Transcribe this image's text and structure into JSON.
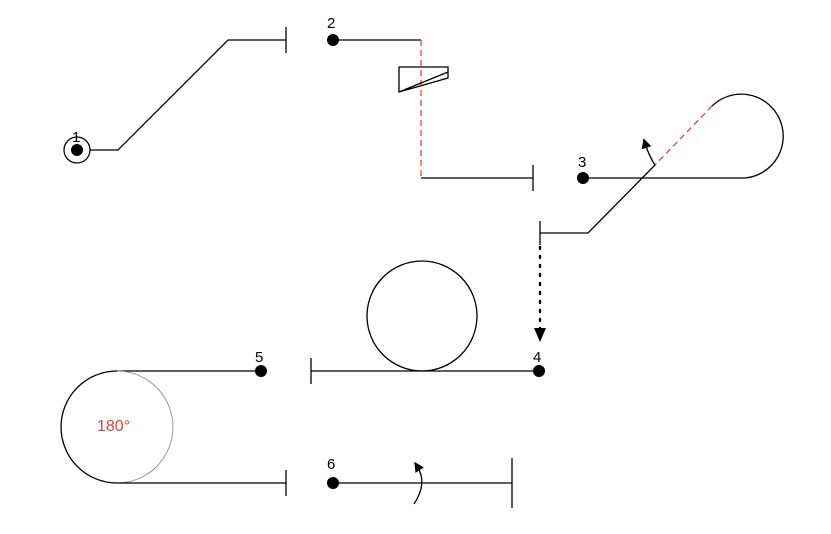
{
  "diagram": {
    "colors": {
      "line": "#000000",
      "red_dashed": "#e8413c",
      "angle_text": "#e8413c",
      "faint_arc": "#9a9a9a"
    },
    "nodes": [
      {
        "id": "1",
        "label": "1"
      },
      {
        "id": "2",
        "label": "2"
      },
      {
        "id": "3",
        "label": "3"
      },
      {
        "id": "4",
        "label": "4"
      },
      {
        "id": "5",
        "label": "5"
      },
      {
        "id": "6",
        "label": "6"
      }
    ],
    "angle_label": "180°"
  }
}
